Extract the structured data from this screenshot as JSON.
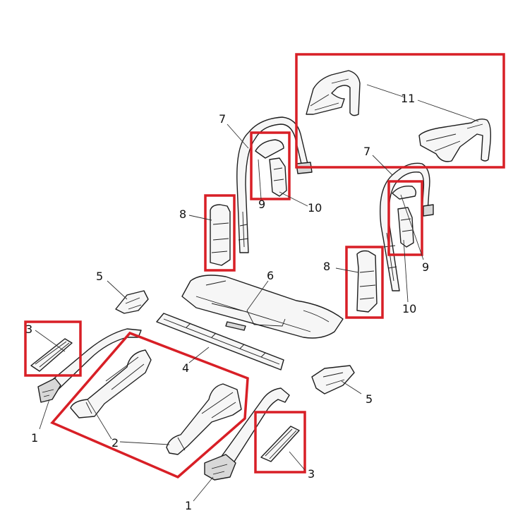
{
  "diagram": {
    "highlight_color": "#d81f26",
    "line_color": "#1e1e1e",
    "callouts": {
      "c1a": "1",
      "c1b": "1",
      "c2": "2",
      "c3a": "3",
      "c3b": "3",
      "c4": "4",
      "c5a": "5",
      "c5b": "5",
      "c6": "6",
      "c7a": "7",
      "c7b": "7",
      "c8a": "8",
      "c8b": "8",
      "c9a": "9",
      "c9b": "9",
      "c10a": "10",
      "c10b": "10",
      "c11": "11"
    }
  }
}
